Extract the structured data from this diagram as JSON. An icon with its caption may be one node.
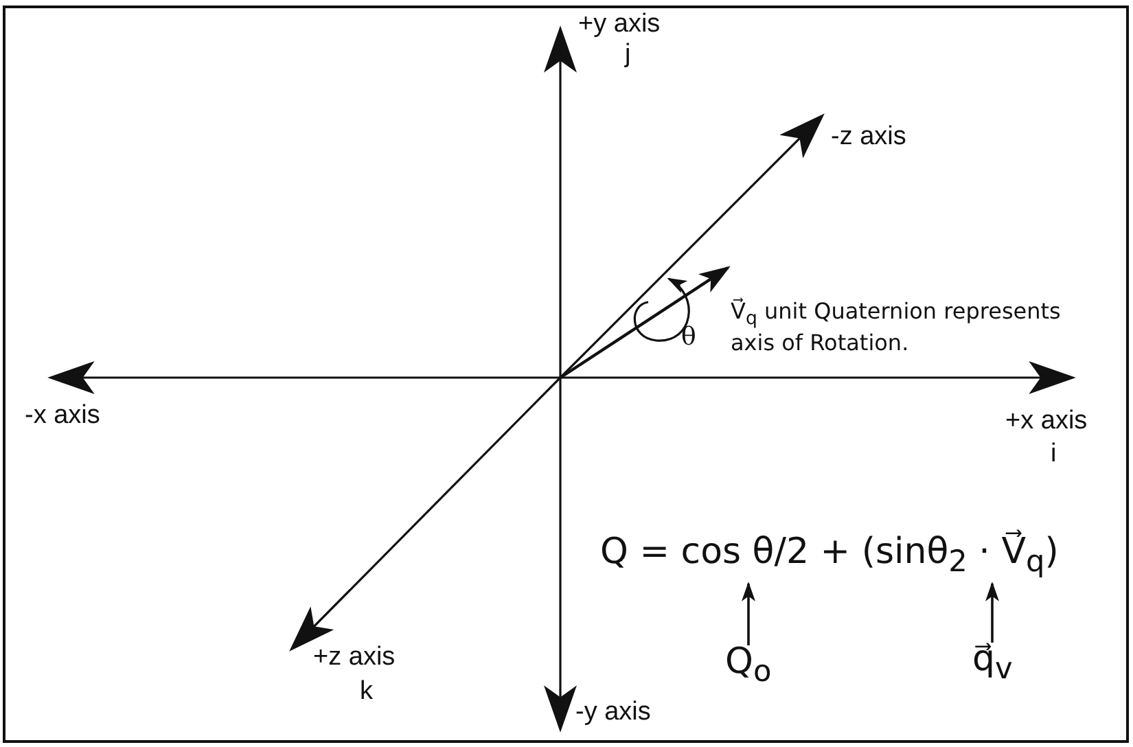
{
  "diagram": {
    "nodes": [
      {
        "text": [
          "Q =  cos θ/2 + (sinθ$_{2}$ · V⃗$_{q}$)"
        ]
      },
      {
        "text": [
          "Q$_{o}$"
        ]
      },
      {
        "text": [
          "q⃗$_{v}$"
        ]
      }
    ],
    "edges": [
      {
        "from": 1,
        "to": 0,
        "arrow": "to"
      },
      {
        "from": 2,
        "to": 0,
        "arrow": "to"
      }
    ],
    "labels": [
      "+y axis",
      "j",
      "-z axis",
      "V⃗$_{q}$ unit Quaternion represents axis of Rotation.",
      "θ",
      "-x axis",
      "+x axis",
      "i",
      "+z axis",
      "k",
      "-y axis"
    ]
  }
}
